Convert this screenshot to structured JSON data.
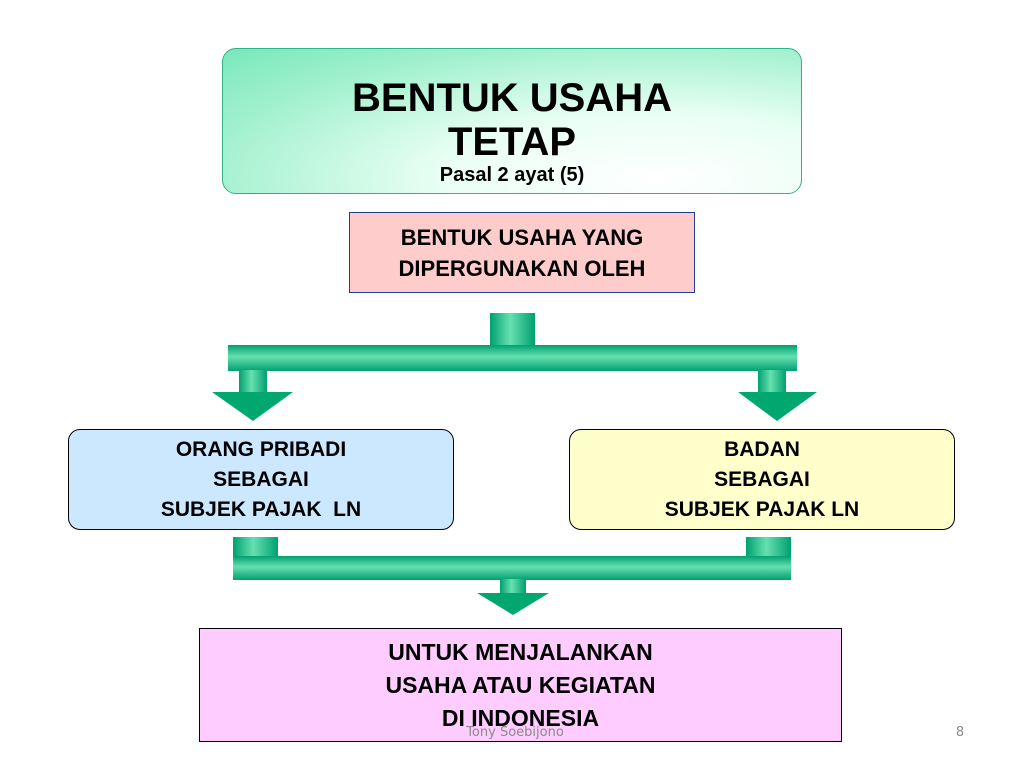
{
  "title": {
    "main": "BENTUK USAHA TETAP",
    "sub": "Pasal 2 ayat (5)"
  },
  "top_box": {
    "lines": [
      "BENTUK USAHA YANG",
      "DIPERGUNAKAN OLEH"
    ]
  },
  "left_box": {
    "lines": [
      "ORANG PRIBADI",
      "SEBAGAI",
      "SUBJEK PAJAK  LN"
    ]
  },
  "right_box": {
    "lines": [
      "BADAN",
      "SEBAGAI",
      "SUBJEK PAJAK LN"
    ]
  },
  "bottom_box": {
    "lines": [
      "UNTUK MENJALANKAN",
      "USAHA ATAU KEGIATAN",
      "DI INDONESIA"
    ]
  },
  "footer": {
    "author": "Tony Soebijono",
    "page": "8"
  },
  "colors": {
    "connector": "#00a86b",
    "connector_light": "#33cc99",
    "title_fill": "#8ff0c6",
    "pink": "#ffcccc",
    "blue": "#cce8ff",
    "yellow": "#ffffcc",
    "magenta": "#ffccff"
  }
}
